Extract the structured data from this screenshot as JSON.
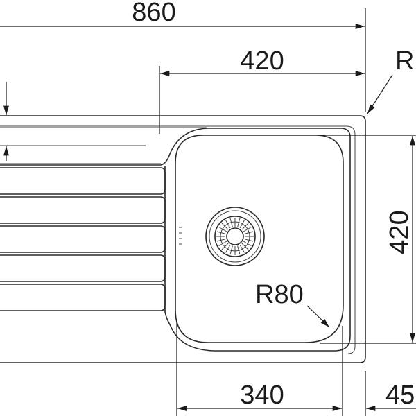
{
  "drawing": {
    "dimensions": {
      "overall_width": "860",
      "bowl_offset_width": "420",
      "corner_radius_label": "R",
      "bowl_height": "420",
      "bowl_corner_radius": "R80",
      "bowl_width": "340",
      "edge_margin": "45"
    },
    "colors": {
      "line": "#1a1a1a",
      "background": "#ffffff"
    }
  }
}
